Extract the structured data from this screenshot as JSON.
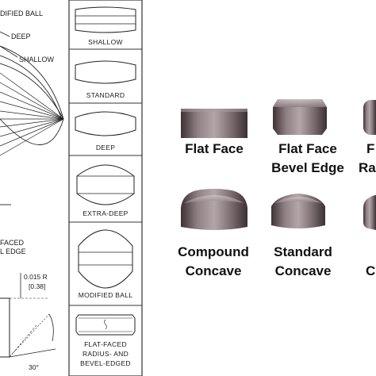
{
  "drawing": {
    "profile_labels": {
      "modified_ball": "DIFIED BALL",
      "deep": "DEEP",
      "shallow": "SHALLOW",
      "flat_faced_line1": "FACED",
      "flat_faced_line2": "L EDGE"
    },
    "dimensions": {
      "radius": "0.015 R",
      "radius_mm": "[0.38]",
      "angle": "30°"
    },
    "panels": [
      {
        "label": "SHALLOW"
      },
      {
        "label": "STANDARD"
      },
      {
        "label": "DEEP"
      },
      {
        "label": "EXTRA-DEEP"
      },
      {
        "label": "MODIFIED BALL"
      },
      {
        "label_line1": "FLAT-FACED",
        "label_line2": "RADIUS- AND",
        "label_line3": "BEVEL-EDGED"
      }
    ]
  },
  "renders": {
    "flat_face": "Flat Face",
    "flat_face_bevel_line1": "Flat Face",
    "flat_face_bevel_line2": "Bevel Edge",
    "flat_face_radius_line1": "F",
    "flat_face_radius_line2": "Ra",
    "compound_concave_line1": "Compound",
    "compound_concave_line2": "Concave",
    "standard_concave_line1": "Standard",
    "standard_concave_line2": "Concave",
    "partial_line2": "C",
    "colors": {
      "metal_dark": "#4a3d40",
      "metal_mid": "#8a7a7e",
      "metal_light": "#c9bfc2"
    }
  }
}
